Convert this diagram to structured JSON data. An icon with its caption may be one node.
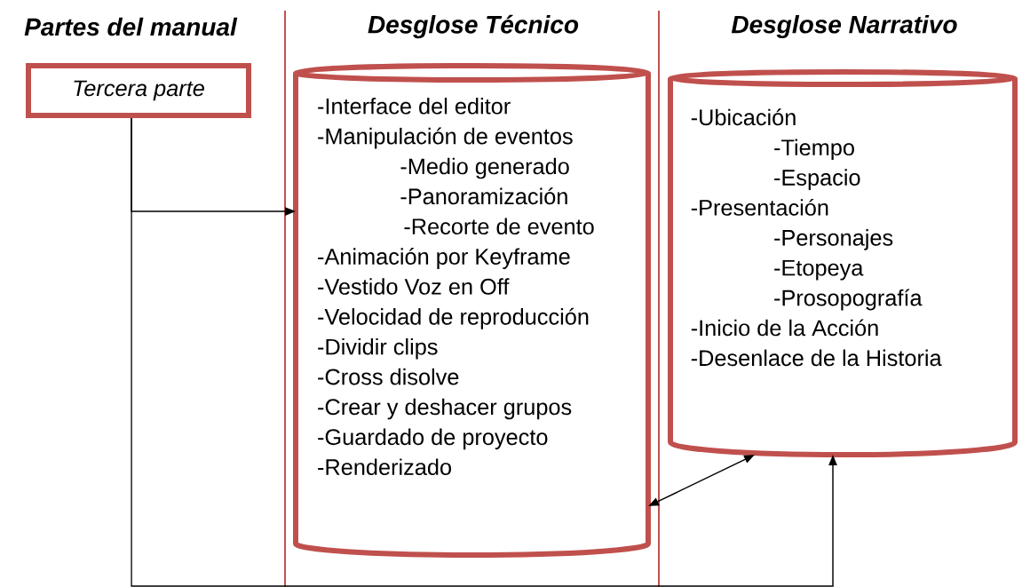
{
  "diagram": {
    "nodes": [
      {
        "text": [
          "Tercera parte"
        ]
      },
      {
        "text": [
          "-Interface del editor",
          "-Manipulación de eventos",
          "-Medio generado",
          "-Panoramización",
          "-Recorte de evento",
          "-Animación por Keyframe",
          "-Vestido Voz en Off",
          "-Velocidad de reproducción",
          "-Dividir clips",
          "-Cross disolve",
          "-Crear y deshacer grupos",
          "-Guardado de proyecto",
          "-Renderizado"
        ]
      },
      {
        "text": [
          "-Ubicación",
          "-Tiempo",
          "-Espacio",
          "-Presentación",
          "-Personajes",
          "-Etopeya",
          "-Prosopografía",
          "-Inicio de la Acción",
          "-Desenlace de la Historia"
        ]
      }
    ],
    "edges": [
      {
        "from": 0,
        "to": 1,
        "arrow": "to"
      },
      {
        "from": 1,
        "to": 2,
        "arrow": "both"
      },
      {
        "from": 0,
        "to": 2,
        "arrow": "to"
      }
    ],
    "labels": [
      "Partes del manual",
      "Desglose Técnico",
      "Desglose Narrativo"
    ]
  }
}
